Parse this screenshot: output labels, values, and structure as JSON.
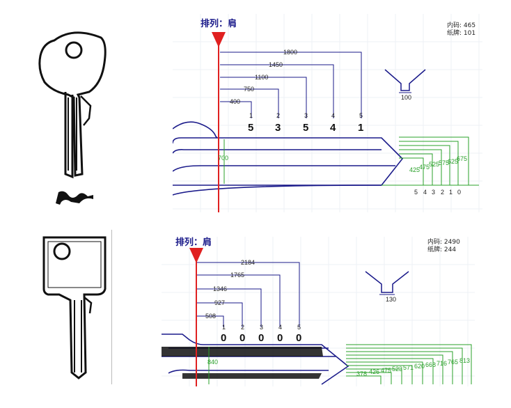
{
  "keys": [
    {
      "header": "排列：肩",
      "code_label": "内码:",
      "code_value": "465",
      "blank_label": "纸牌:",
      "blank_value": "101",
      "shoulder_distances": [
        "400",
        "750",
        "1100",
        "1450",
        "1800"
      ],
      "cut_positions": [
        "1",
        "2",
        "3",
        "4",
        "5"
      ],
      "bitting": [
        "5",
        "3",
        "5",
        "4",
        "1"
      ],
      "angle_width": "100",
      "blade_height": "700",
      "depth_values": [
        "425",
        "475",
        "525",
        "575",
        "625",
        "675"
      ],
      "depth_numbers": [
        "5",
        "4",
        "3",
        "2",
        "1",
        "0"
      ]
    },
    {
      "header": "排列：肩",
      "code_label": "内码:",
      "code_value": "2490",
      "blank_label": "纸牌:",
      "blank_value": "244",
      "shoulder_distances": [
        "508",
        "927",
        "1346",
        "1765",
        "2184"
      ],
      "cut_positions": [
        "1",
        "2",
        "3",
        "4",
        "5"
      ],
      "bitting": [
        "0",
        "0",
        "0",
        "0",
        "0"
      ],
      "angle_width": "130",
      "blade_height": "840",
      "depth_values": [
        "378",
        "426",
        "475",
        "523",
        "571",
        "620",
        "668",
        "716",
        "765",
        "813"
      ],
      "depth_numbers": []
    }
  ],
  "colors": {
    "header": "#1a1a8a",
    "shoulder_line": "#e02020",
    "dims": "#1a1a8a",
    "depth": "#2aa02a"
  }
}
